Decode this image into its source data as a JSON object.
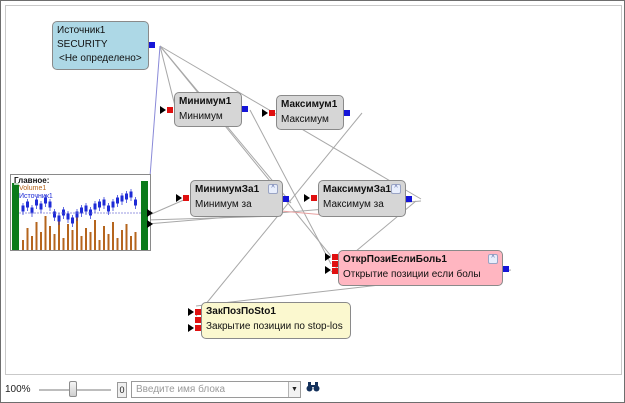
{
  "blocks": {
    "source": {
      "title": "Источник1",
      "security": "SECURITY",
      "value": "<Не определено>"
    },
    "min1": {
      "title": "Минимум1",
      "sub": "Минимум"
    },
    "max1": {
      "title": "Максимум1",
      "sub": "Максимум"
    },
    "minfor1": {
      "title": "МинимумЗа1",
      "sub": "Минимум за"
    },
    "maxfor1": {
      "title": "МаксимумЗа1",
      "sub": "Максимум за"
    },
    "open_pos": {
      "title": "ОткрПозиЕслиБоль1",
      "sub": "Открытие позиции если болы"
    },
    "close_pos": {
      "title": "ЗакПозПоSto1",
      "sub": "Закрытие позиции по stop-los"
    }
  },
  "chart_panel": {
    "title": "Главное:",
    "legend": [
      "Volume1",
      "Источник1"
    ],
    "colors": {
      "volume": "#b5651d",
      "candles": "#1e2bd6",
      "price_line": "#2a2a8a",
      "rails": "#0a7a1a"
    }
  },
  "toolbar": {
    "zoom_label": "100%",
    "zoom_level": 1.0,
    "reset_label": "0",
    "search_placeholder": "Введите имя блока",
    "dropdown_icon": "chevron-down-icon",
    "find_icon": "binoculars-icon"
  },
  "colors": {
    "output_pin": "#1515d8",
    "input_pin": "#e01010",
    "wire": "#a8a8a8"
  }
}
